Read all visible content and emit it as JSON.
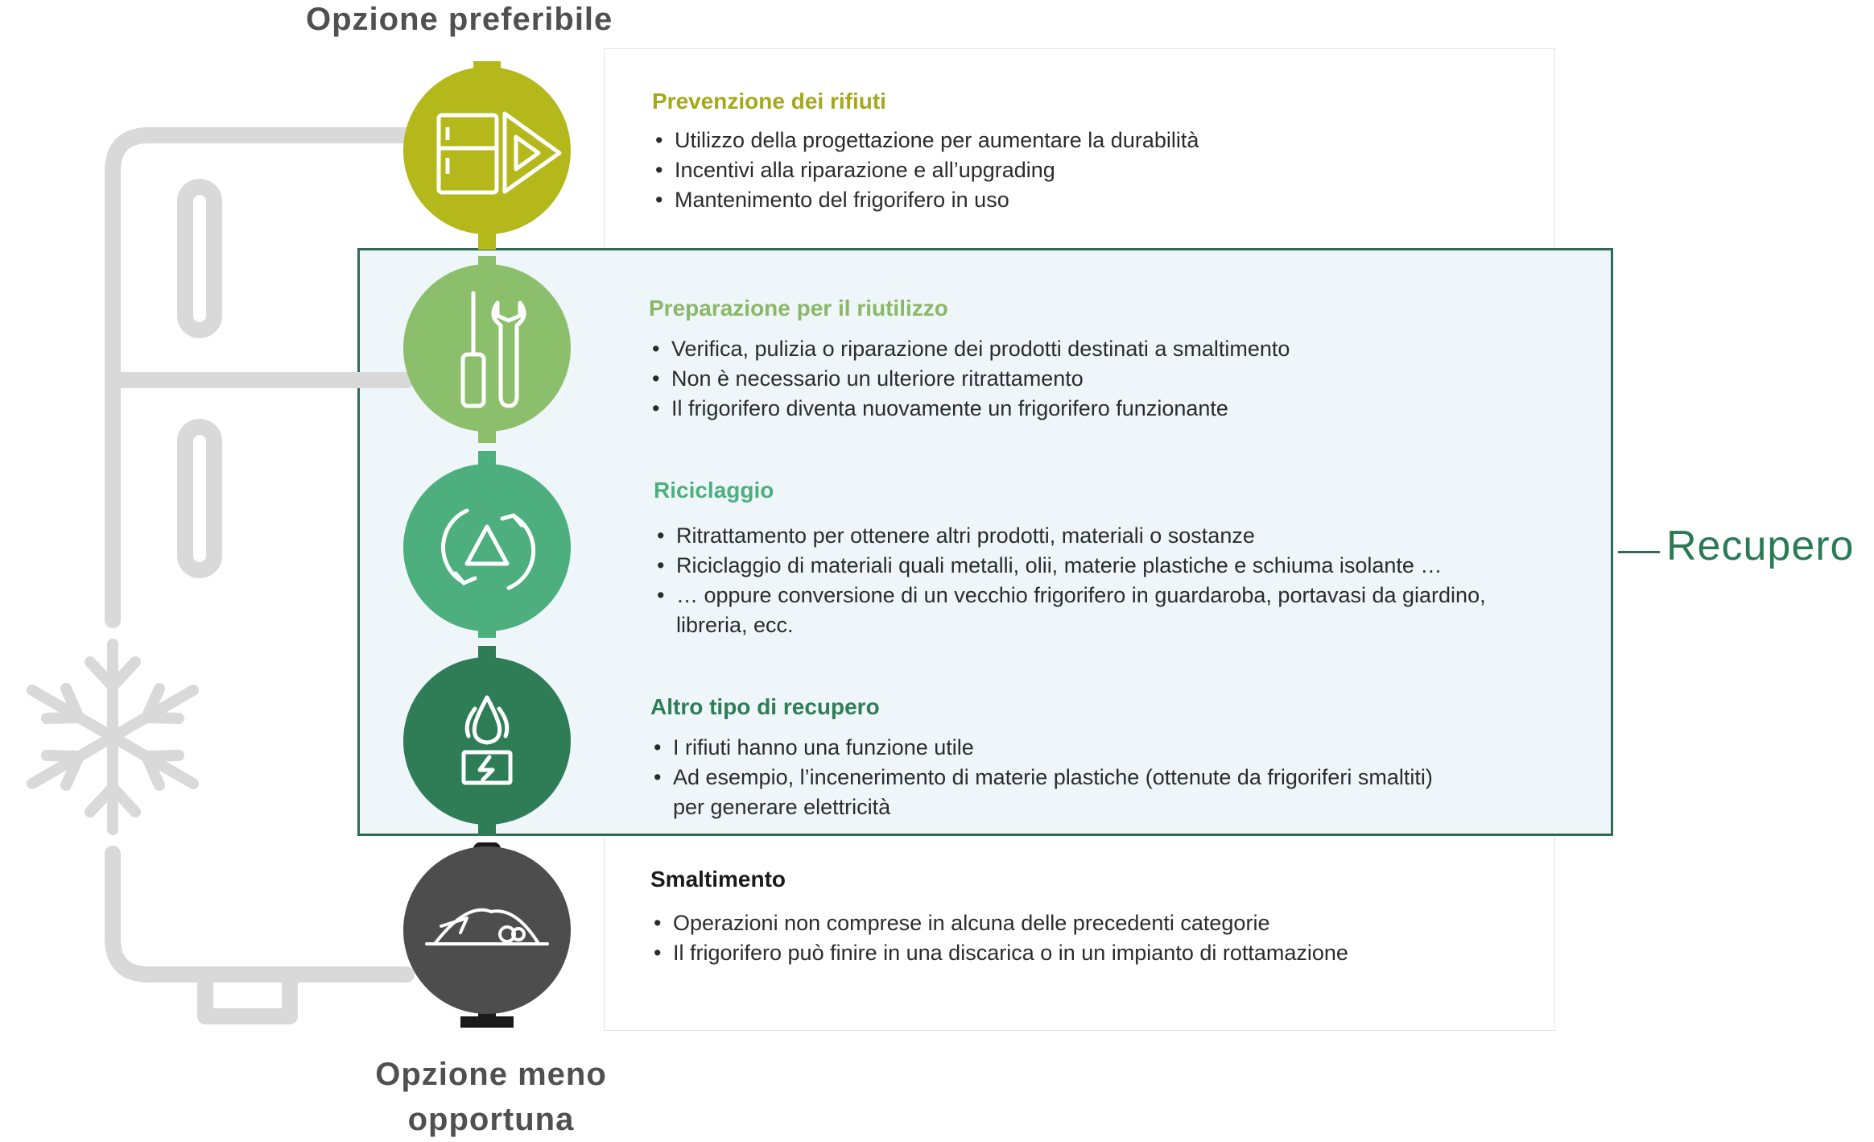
{
  "header": {
    "top_label": "Opzione preferibile",
    "bottom_label": "Opzione meno opportuna"
  },
  "recovery": {
    "label": "Recupero"
  },
  "colors": {
    "prevention": "#b5b81a",
    "reuse": "#8cbf6b",
    "recycling": "#4caf7d",
    "other_recovery": "#2e7d56",
    "disposal": "#4d4d4d",
    "recovery_border": "#2e6b55",
    "fridge_outline": "#d9d9d9"
  },
  "sections": [
    {
      "title": "Prevenzione dei rifiuti",
      "icon": "fridge-ruler-icon",
      "bullets": [
        "Utilizzo della progettazione per aumentare la durabilità",
        "Incentivi alla riparazione e all’upgrading",
        "Mantenimento del frigorifero in uso"
      ]
    },
    {
      "title": "Preparazione per il riutilizzo",
      "icon": "tools-icon",
      "bullets": [
        "Verifica, pulizia o riparazione dei prodotti destinati a smaltimento",
        "Non è necessario un ulteriore ritrattamento",
        "Il frigorifero diventa nuovamente un frigorifero funzionante"
      ]
    },
    {
      "title": "Riciclaggio",
      "icon": "recycle-icon",
      "bullets": [
        "Ritrattamento per ottenere altri prodotti, materiali o sostanze",
        "Riciclaggio di materiali quali metalli, olii, materie plastiche e schiuma isolante …",
        "… oppure conversione di un vecchio frigorifero in guardaroba, portavasi da giardino, libreria, ecc."
      ]
    },
    {
      "title": "Altro tipo di recupero",
      "icon": "fire-energy-icon",
      "bullets": [
        "I rifiuti hanno una funzione utile",
        "Ad esempio, l’incenerimento di materie plastiche (ottenute da frigoriferi smaltiti) per generare elettricità"
      ]
    },
    {
      "title": "Smaltimento",
      "icon": "landfill-icon",
      "bullets": [
        "Operazioni non comprese in alcuna delle precedenti categorie",
        "Il frigorifero può finire in una discarica o in un impianto di rottamazione"
      ]
    }
  ]
}
